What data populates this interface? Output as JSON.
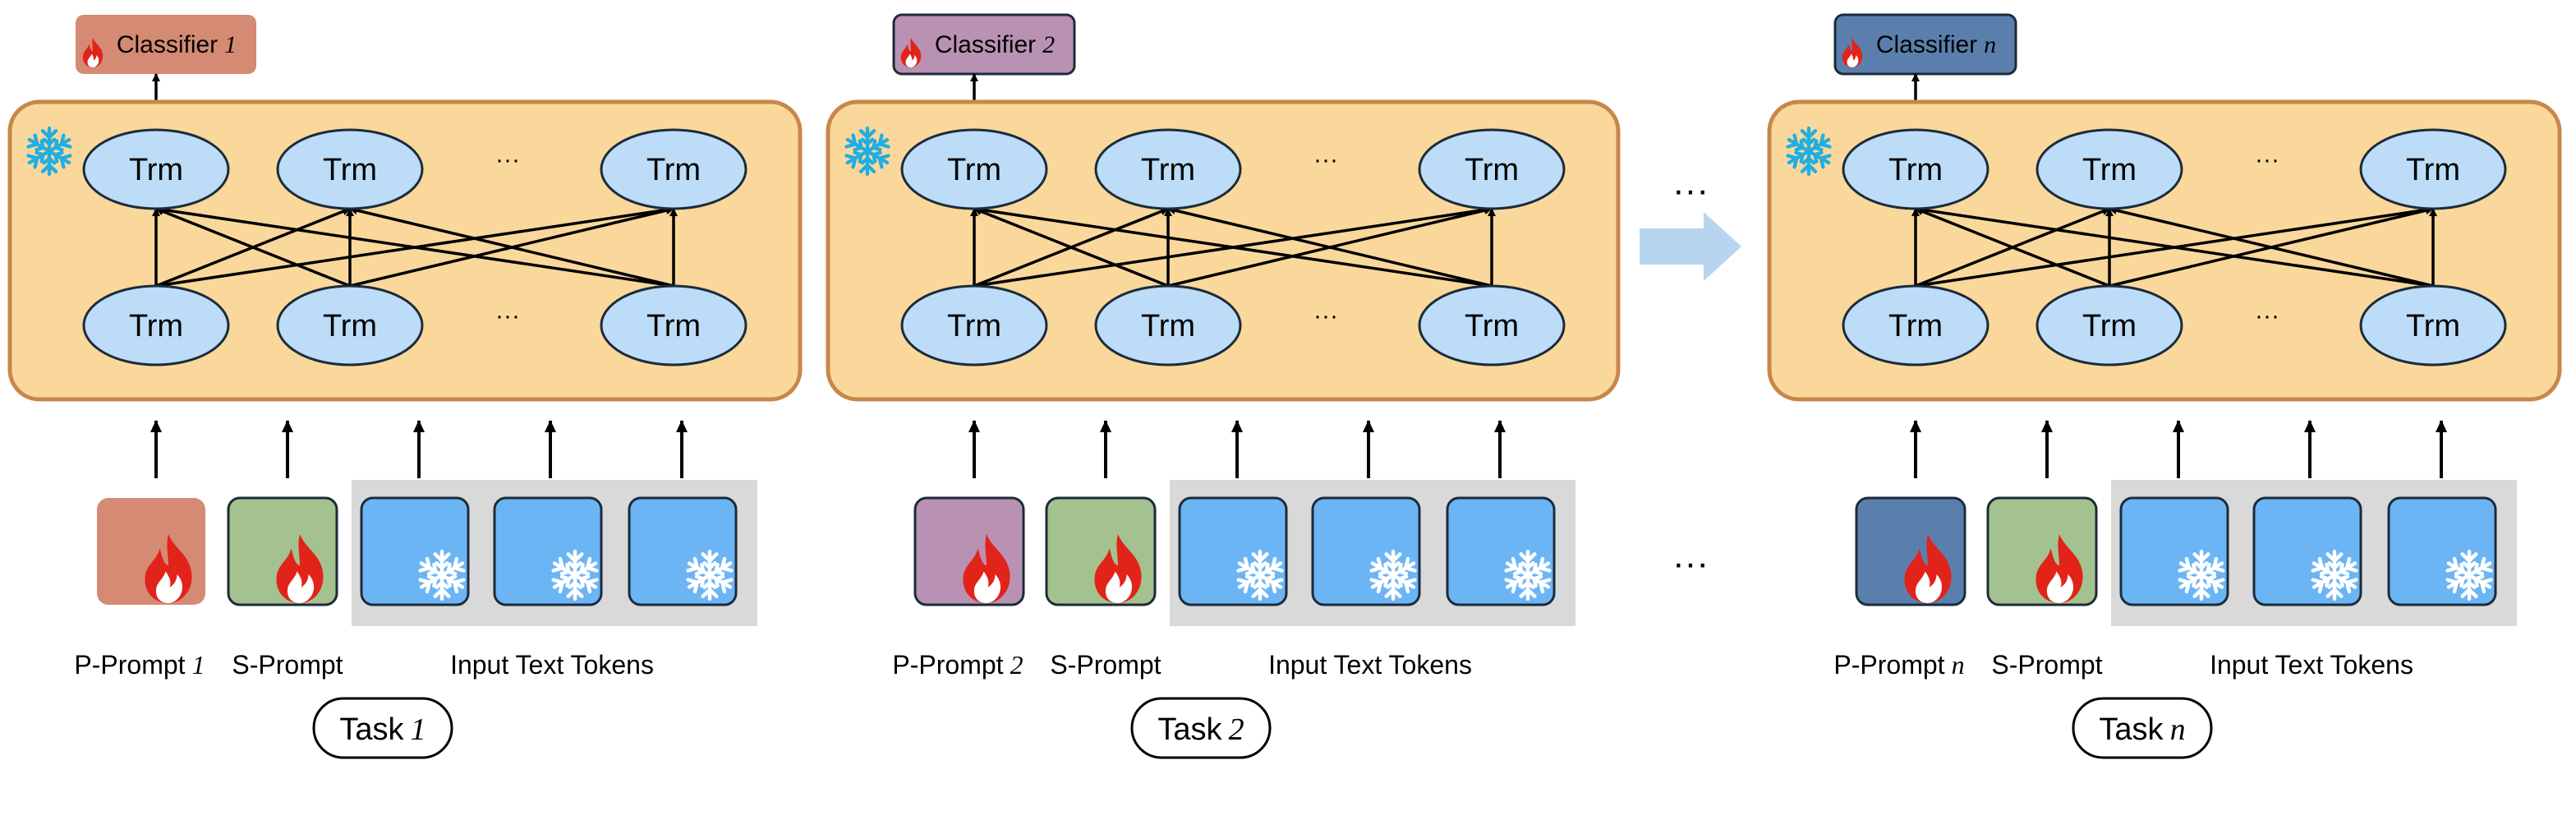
{
  "colors": {
    "frame_fill": "#fad89b",
    "frame_stroke": "#c8874a",
    "trm_fill": "#bcdcf7",
    "frozen_token": "#6bb5f5",
    "token_panel": "#d9d9d9",
    "s_prompt": "#a3c28f",
    "arrow_between": "#b7d5ef",
    "snowflake": "#22aee0",
    "flame": "#e2231a"
  },
  "icons": {
    "frozen": "snowflake-icon",
    "trainable": "flame-icon"
  },
  "trm_label": "Trm",
  "ellipsis": "···",
  "between_ellipsis_top": "···",
  "between_ellipsis_bottom": "···",
  "tasks": [
    {
      "classifier_label": "Classifier",
      "classifier_index": "1",
      "classifier_color": "#d58a73",
      "prompt_color": "#d58a73",
      "p_prompt_label": "P-Prompt",
      "p_prompt_index": "1",
      "s_prompt_label": "S-Prompt",
      "tokens_label": "Input Text Tokens",
      "task_label": "Task",
      "task_index": "1"
    },
    {
      "classifier_label": "Classifier",
      "classifier_index": "2",
      "classifier_color": "#b991b2",
      "prompt_color": "#b991b2",
      "p_prompt_label": "P-Prompt",
      "p_prompt_index": "2",
      "s_prompt_label": "S-Prompt",
      "tokens_label": "Input Text Tokens",
      "task_label": "Task",
      "task_index": "2"
    },
    {
      "classifier_label": "Classifier",
      "classifier_index": "n",
      "classifier_color": "#5b7fad",
      "prompt_color": "#5b7fad",
      "p_prompt_label": "P-Prompt",
      "p_prompt_index": "n",
      "s_prompt_label": "S-Prompt",
      "tokens_label": "Input Text Tokens",
      "task_label": "Task",
      "task_index": "n"
    }
  ]
}
